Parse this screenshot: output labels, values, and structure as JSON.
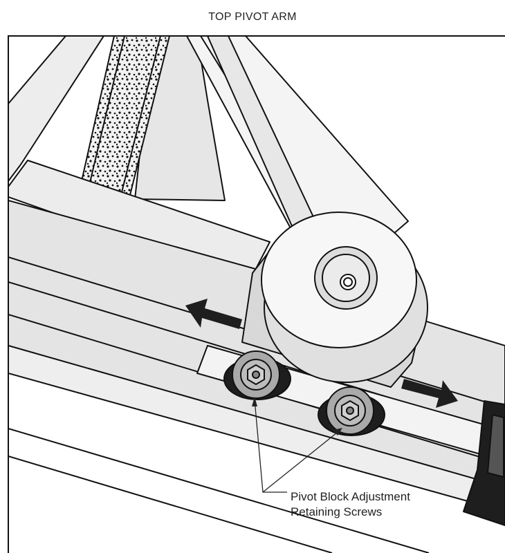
{
  "title": "TOP PIVOT ARM",
  "callout": {
    "line1": "Pivot Block Adjustment",
    "line2": "Retaining Screws"
  },
  "icons": [
    "arrow-left-icon",
    "arrow-right-icon",
    "hex-socket-screw-icon"
  ],
  "colors": {
    "frame_fill": "#e9e9e9",
    "channel_fill": "#dcdcdc",
    "pivot_fill": "#f7f7f7",
    "screw_fill": "#a9a9a9",
    "dark_block": "#1e1e1e",
    "line": "#111111"
  }
}
